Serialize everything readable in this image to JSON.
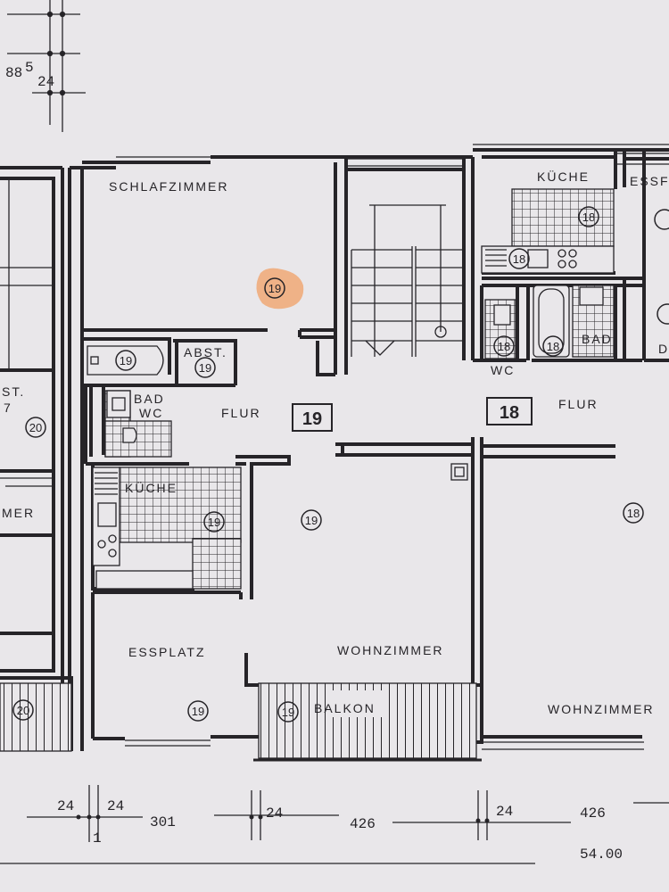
{
  "rooms": {
    "schlafzimmer": "SCHLAFZIMMER",
    "abst": "ABST.",
    "bad_wc_1": "BAD",
    "bad_wc_2": "WC",
    "flur_19": "FLUR",
    "kueche_19": "KÜCHE",
    "essplatz": "ESSPLATZ",
    "wohnzimmer_19": "WOHNZIMMER",
    "balkon": "BALKON",
    "kueche_18": "KÜCHE",
    "essp_right": "ESSF",
    "bad_18": "BAD",
    "wc_18": "WC",
    "flur_18": "FLUR",
    "wohnzimmer_18": "WOHNZIMMER",
    "left_st": "ST.",
    "left_st_7": "7",
    "left_mer": "MER",
    "right_d": "D"
  },
  "unit_numbers": {
    "u19": "19",
    "u18": "18",
    "u20": "20"
  },
  "dimensions": {
    "d88": "88",
    "d5": "5",
    "d24_top": "24",
    "d24_a": "24",
    "d24_b": "24",
    "d1": "1",
    "d301": "301",
    "d24_c": "24",
    "d426_a": "426",
    "d24_d": "24",
    "d426_b": "426",
    "total": "54.00"
  },
  "colors": {
    "ink": "#262428",
    "paper": "#e9e7ea",
    "highlight": "#f0a066"
  }
}
